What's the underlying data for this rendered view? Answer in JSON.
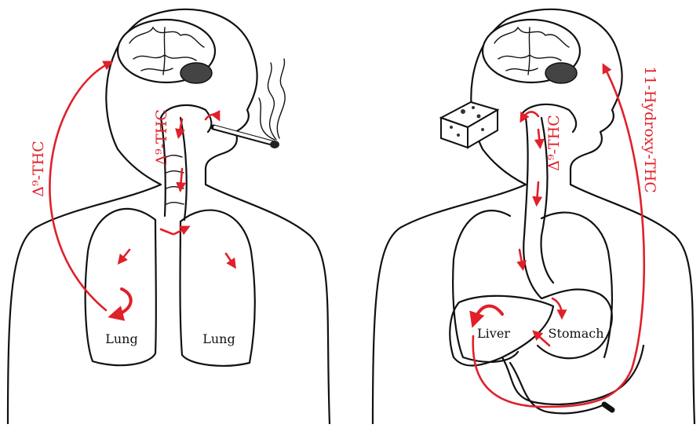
{
  "colors": {
    "pathway": "#e0202a",
    "outline": "#111111"
  },
  "left": {
    "route": "smoking",
    "icons": [
      "brain-icon",
      "joint-icon",
      "smoke-icon",
      "lungs-icon"
    ],
    "thc_label_far": "Δ⁹-THC",
    "thc_label_near": "Δ⁹-THC",
    "lung_left_label": "Lung",
    "lung_right_label": "Lung"
  },
  "right": {
    "route": "oral",
    "icons": [
      "brain-icon",
      "edible-icon",
      "liver-icon",
      "stomach-icon"
    ],
    "thc_label": "Δ⁹-THC",
    "metabolite_label": "11-Hydroxy-THC",
    "liver_label": "Liver",
    "stomach_label": "Stomach"
  }
}
